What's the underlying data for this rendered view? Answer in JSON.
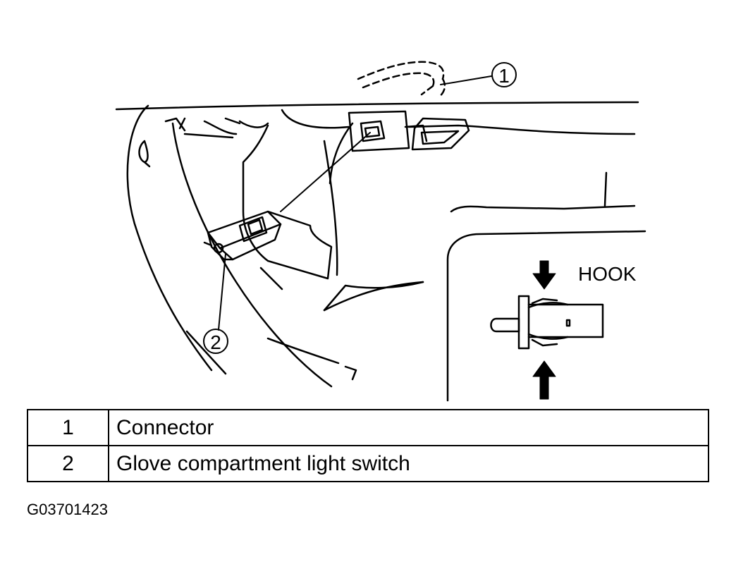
{
  "callouts": [
    {
      "number": "1"
    },
    {
      "number": "2"
    }
  ],
  "detail": {
    "hook_label": "HOOK"
  },
  "legend": [
    {
      "number": "1",
      "description": "Connector"
    },
    {
      "number": "2",
      "description": "Glove compartment light switch"
    }
  ],
  "figure_code": "G03701423"
}
